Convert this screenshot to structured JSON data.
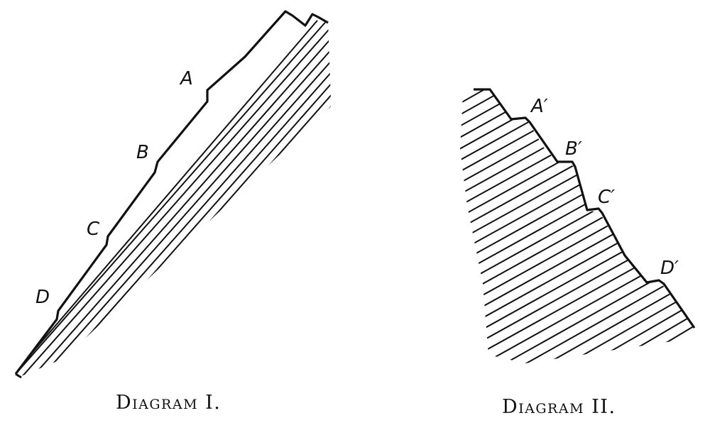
{
  "diagrams": [
    {
      "id": "diagram-1",
      "caption": "Diagram I.",
      "description": "Thin inclined stratified wedge, top edge stepped at four points",
      "step_labels": [
        "A",
        "B",
        "C",
        "D"
      ]
    },
    {
      "id": "diagram-2",
      "caption": "Diagram II.",
      "description": "Steep stair-stepped hatched mass, stepped at four points",
      "step_labels": [
        "A′",
        "B′",
        "C′",
        "D′"
      ]
    }
  ],
  "colors": {
    "ink": "#111111",
    "paper": "#ffffff"
  }
}
